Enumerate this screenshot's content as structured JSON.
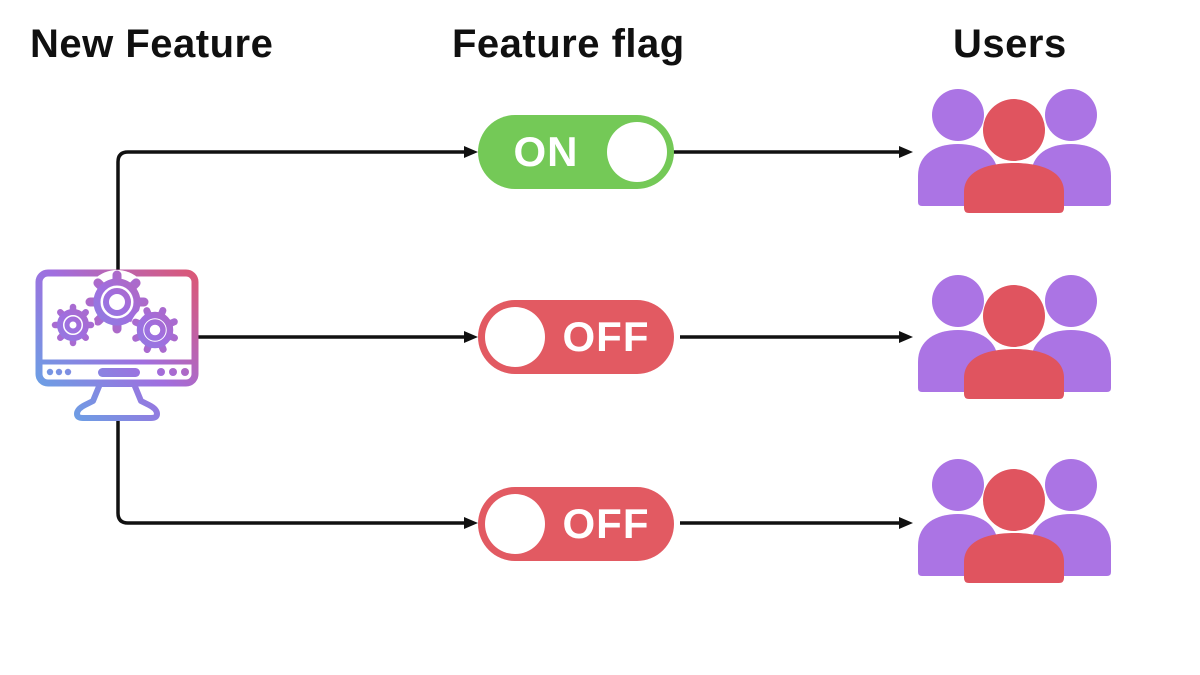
{
  "headings": {
    "source": "New Feature",
    "flag": "Feature flag",
    "users": "Users"
  },
  "rows": [
    {
      "toggle": {
        "label": "ON",
        "state": "on"
      }
    },
    {
      "toggle": {
        "label": "OFF",
        "state": "off"
      }
    },
    {
      "toggle": {
        "label": "OFF",
        "state": "off"
      }
    }
  ],
  "colors": {
    "background": "#ffffff",
    "arrow": "#111111",
    "toggle_on": "#74c957",
    "toggle_off": "#e25a62",
    "toggle_text": "#ffffff",
    "knob": "#ffffff",
    "user_back": "#ab74e4",
    "user_front": "#e0545f",
    "icon_gradient": [
      "#56b3e6",
      "#a06edf",
      "#ea525b"
    ]
  }
}
